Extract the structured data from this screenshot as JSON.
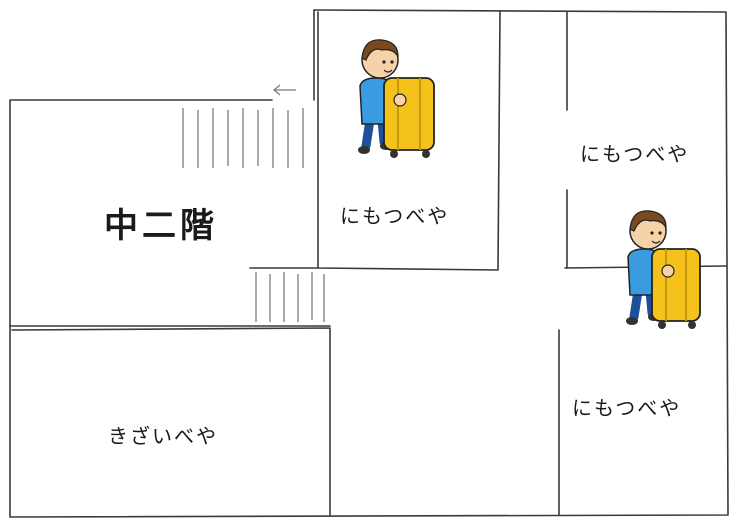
{
  "floor": {
    "title": "中二階",
    "rooms": [
      {
        "id": "storage-top-middle",
        "label": "にもつべや"
      },
      {
        "id": "storage-top-right",
        "label": "にもつべや"
      },
      {
        "id": "storage-bottom-right",
        "label": "にもつべや"
      },
      {
        "id": "equipment-room",
        "label": "きざいべや"
      }
    ],
    "people": [
      {
        "id": "person-suitcase-1",
        "icon": "person-with-suitcase-icon"
      },
      {
        "id": "person-suitcase-2",
        "icon": "person-with-suitcase-icon"
      }
    ]
  },
  "colors": {
    "line": "#3a3a3a",
    "suitcase": "#f5c21b",
    "shirt": "#3a9be0",
    "pants": "#1f4f9a",
    "hair": "#7a4a1e",
    "skin": "#f6d2a8"
  }
}
